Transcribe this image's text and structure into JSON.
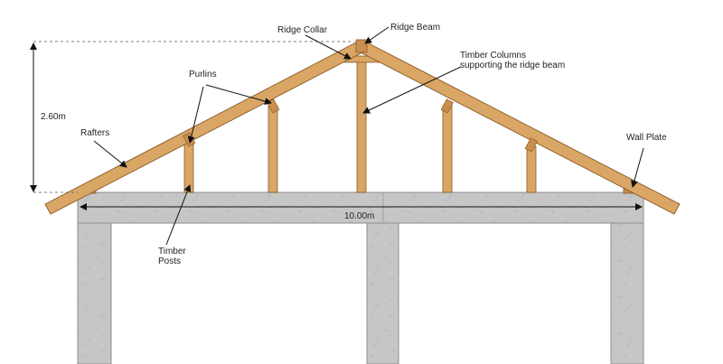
{
  "labels": {
    "ridge_collar": "Ridge Collar",
    "ridge_beam": "Ridge Beam",
    "timber_columns_line1": "Timber Columns",
    "timber_columns_line2": "supporting the ridge beam",
    "purlins": "Purlins",
    "rafters": "Rafters",
    "wall_plate": "Wall Plate",
    "timber_posts_line1": "Timber",
    "timber_posts_line2": "Posts"
  },
  "dimensions": {
    "height": "2.60m",
    "span": "10.00m"
  },
  "colors": {
    "timber": "#d9a665",
    "timber_dark": "#a8743a",
    "timber_edge": "#8a5a26",
    "concrete": "#c6c6c6",
    "concrete_edge": "#8d8d8d",
    "line": "#111111"
  }
}
